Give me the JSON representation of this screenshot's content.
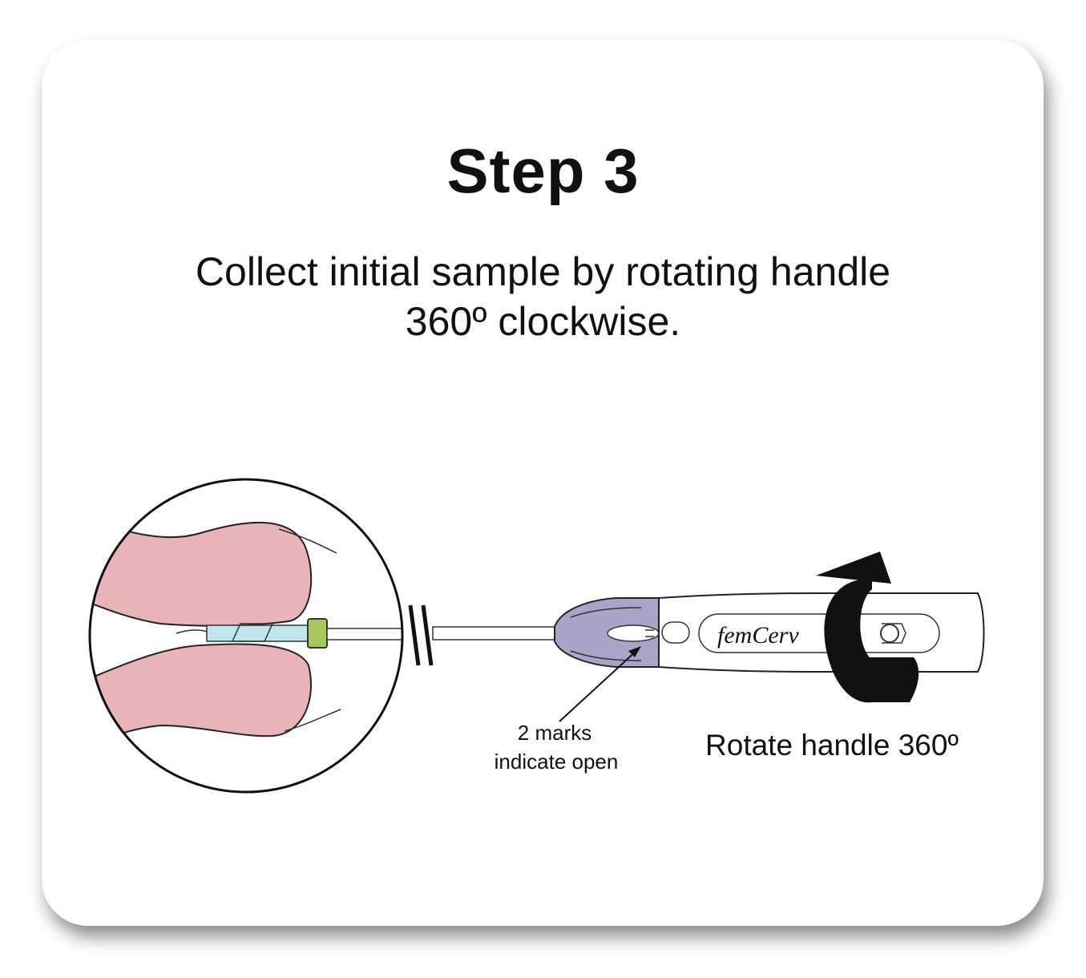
{
  "step_title": "Step 3",
  "instruction": {
    "line1": "Collect initial sample by rotating handle",
    "line2": "360º clockwise."
  },
  "illustration": {
    "marks_label_line1": "2 marks",
    "marks_label_line2": "indicate open",
    "rotate_label": "Rotate handle 360º",
    "brand_text": "femCerv",
    "arrow_icon": "clockwise-rotation-arrow-icon",
    "colors": {
      "tissue_pink": "#e9b3ba",
      "cap_purple": "#a9a4c8",
      "brush_blue": "#bfe6ee",
      "collar_green": "#a7c75a"
    }
  }
}
